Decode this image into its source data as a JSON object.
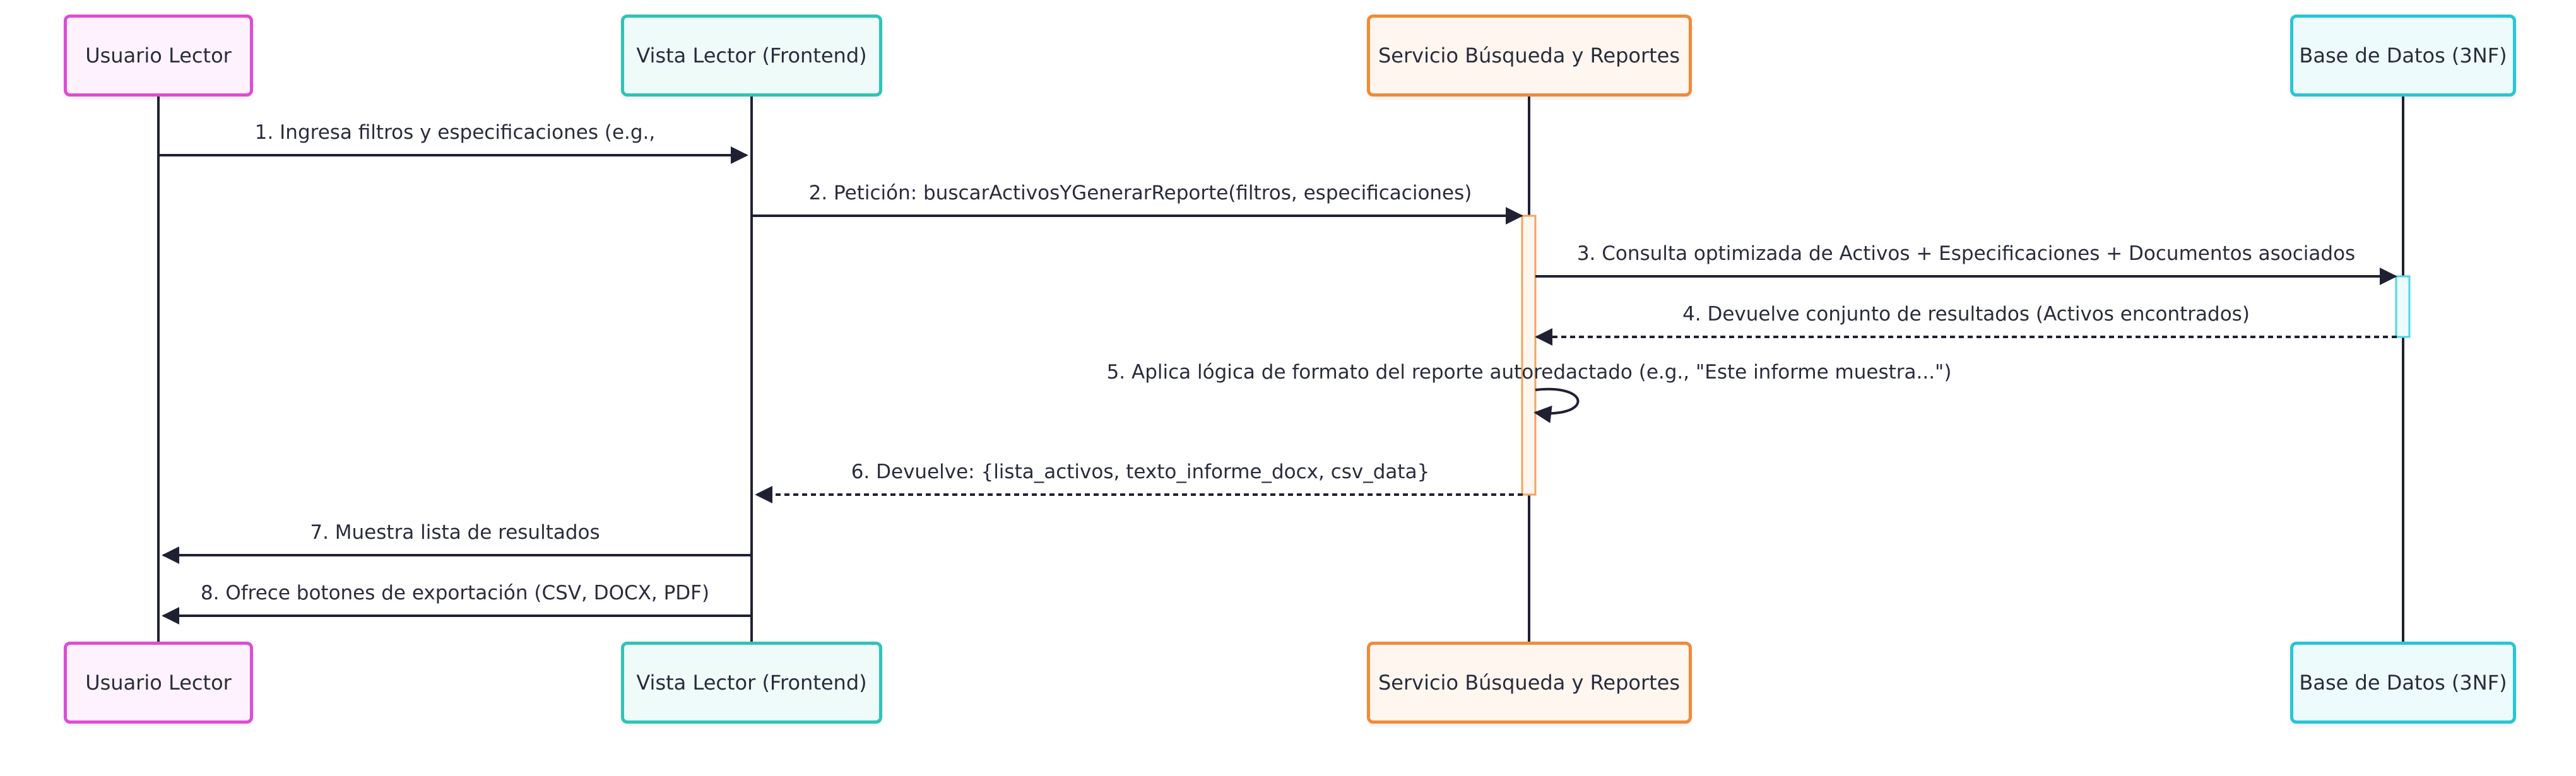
{
  "colors": {
    "line": "#1f2133",
    "actors": [
      "#e04bd6",
      "#2ec4b6",
      "#f08a3a",
      "#27c6d6"
    ],
    "fills": [
      "#fdf2fd",
      "#eefbf8",
      "#fff6ef",
      "#eefbfd"
    ],
    "activation_service": "#f6a35d",
    "activation_db": "#4fd6e3"
  },
  "actors": [
    {
      "id": "user",
      "label": "Usuario Lector"
    },
    {
      "id": "front",
      "label": "Vista Lector (Frontend)"
    },
    {
      "id": "svc",
      "label": "Servicio Búsqueda y Reportes"
    },
    {
      "id": "db",
      "label": "Base de Datos (3NF)"
    }
  ],
  "messages": [
    {
      "id": "m1",
      "from": 0,
      "to": 1,
      "type": "solid",
      "text": "1. Ingresa filtros y especificaciones (e.g.,"
    },
    {
      "id": "m2",
      "from": 1,
      "to": 2,
      "type": "solid",
      "text": "2. Petición: buscarActivosYGenerarReporte(filtros, especificaciones)"
    },
    {
      "id": "m3",
      "from": 2,
      "to": 3,
      "type": "solid",
      "text": "3. Consulta optimizada de Activos + Especificaciones + Documentos asociados"
    },
    {
      "id": "m4",
      "from": 3,
      "to": 2,
      "type": "dashed",
      "text": "4. Devuelve conjunto de resultados (Activos encontrados)"
    },
    {
      "id": "m5",
      "from": 2,
      "to": 2,
      "type": "self",
      "text": "5. Aplica lógica de formato del reporte autoredactado (e.g., \"Este informe muestra...\")"
    },
    {
      "id": "m6",
      "from": 2,
      "to": 1,
      "type": "dashed",
      "text": "6. Devuelve: {lista_activos, texto_informe_docx, csv_data}"
    },
    {
      "id": "m7",
      "from": 1,
      "to": 0,
      "type": "solid",
      "text": "7. Muestra lista de resultados"
    },
    {
      "id": "m8",
      "from": 1,
      "to": 0,
      "type": "solid",
      "text": "8. Ofrece botones de exportación (CSV, DOCX, PDF)"
    }
  ]
}
